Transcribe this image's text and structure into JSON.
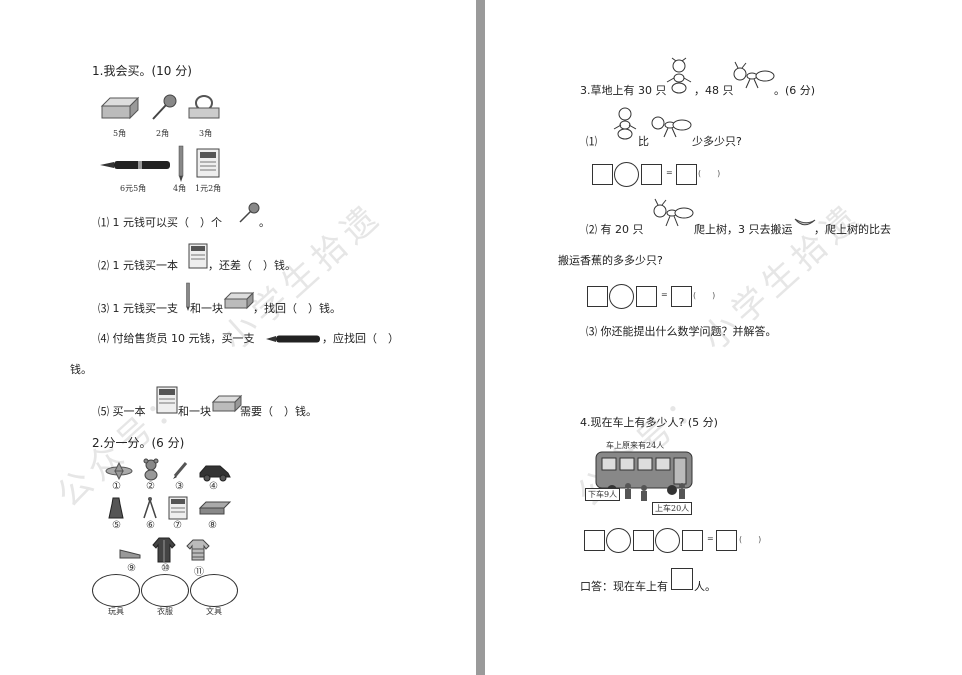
{
  "left": {
    "q1": {
      "title": "1.我会买。(10 分)",
      "prices_row1": [
        "5角",
        "2角",
        "3角"
      ],
      "prices_row2": [
        "6元5角",
        "4角",
        "1元2角"
      ],
      "s1": {
        "a": "⑴ 1 元钱可以买（　）个",
        "b": "。"
      },
      "s2": {
        "a": "⑵ 1 元钱买一本",
        "b": "，还差（　）钱。"
      },
      "s3": {
        "a": "⑶ 1 元钱买一支",
        "b": "和一块",
        "c": "，找回（　）钱。"
      },
      "s4": {
        "a": "⑷ 付给售货员 10 元钱，买一支",
        "b": "，应找回（　）",
        "c": "钱。"
      },
      "s5": {
        "a": "⑸ 买一本",
        "b": "和一块",
        "c": "需要（　）钱。"
      }
    },
    "q2": {
      "title": "2.分一分。(6 分)",
      "nums_row1": [
        "①",
        "②",
        "③",
        "④"
      ],
      "nums_row2": [
        "⑤",
        "⑥",
        "⑦",
        "⑧"
      ],
      "nums_row3": [
        "⑨",
        "⑩",
        "⑪"
      ],
      "ovals": [
        "玩具",
        "衣服",
        "文具"
      ]
    }
  },
  "right": {
    "q3": {
      "title_a": "3.草地上有 30 只",
      "title_b": "，48 只",
      "title_c": "。(6 分)",
      "s1_a": "⑴",
      "s1_b": "比",
      "s1_c": "少多少只?",
      "s2_a": "⑵ 有 20 只",
      "s2_b": "爬上树，3 只去搬运",
      "s2_c": "，爬上树的比去",
      "s2_d": "搬运香蕉的多多少只?",
      "s3": "⑶ 你还能提出什么数学问题？并解答。",
      "eq_sign": "=",
      "unit_paren": "(　　)"
    },
    "q4": {
      "title": "4.现在车上有多少人? (5 分)",
      "bus_top": "车上原来有24人",
      "bus_down": "下车9人",
      "bus_up": "上车20人",
      "eq_sign": "=",
      "unit_paren": "(　　)",
      "answer_a": "口答：现在车上有",
      "answer_b": "人。"
    }
  },
  "watermark": {
    "left": "公众号：",
    "left2": "小学生拾遗",
    "right": "公众号：",
    "right2": "小学生拾遗"
  }
}
